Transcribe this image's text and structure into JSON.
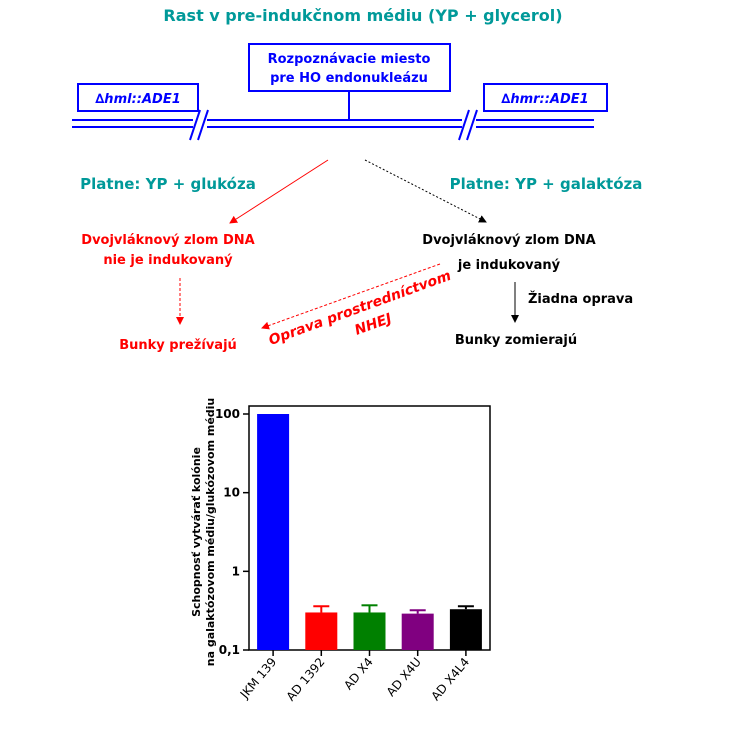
{
  "title": "Rast v pre-indukčnom médiu (YP + glycerol)",
  "site_box": {
    "line1": "Rozpoznávacie miesto",
    "line2": "pre HO endonukleázu"
  },
  "locus_left": "∆hml::ADE1",
  "locus_right": "∆hmr::ADE1",
  "left_branch": {
    "plate": "Platne: YP + glukóza",
    "dsb_line1": "Dvojvláknový zlom DNA",
    "dsb_line2": "nie je indukovaný",
    "outcome": "Bunky prežívajú"
  },
  "right_branch": {
    "plate": "Platne: YP + galaktóza",
    "dsb_line1": "Dvojvláknový zlom DNA",
    "dsb_line2": "je indukovaný",
    "no_repair": "Žiadna oprava",
    "outcome": "Bunky zomierajú"
  },
  "repair_label": {
    "line1": "Oprava prostredníctvom",
    "line2": "NHEJ"
  },
  "colors": {
    "teal": "#009999",
    "blue": "#0000ff",
    "red": "#ff0000",
    "black": "#000000"
  },
  "chart_data": {
    "type": "bar",
    "ylabel_line1": "Schopnosť vytvárať kolónie",
    "ylabel_line2": "na galaktózovom médiu/glukózovom médiu",
    "yscale": "log",
    "ylim": [
      0.1,
      100
    ],
    "yticks": [
      {
        "value": 100,
        "label": "100"
      },
      {
        "value": 10,
        "label": "10"
      },
      {
        "value": 1,
        "label": "1"
      },
      {
        "value": 0.1,
        "label": "0,1"
      }
    ],
    "categories": [
      "JKM 139",
      "AD 1392",
      "AD X4",
      "AD X4U",
      "AD X4L4"
    ],
    "values": [
      100,
      0.3,
      0.3,
      0.29,
      0.33
    ],
    "errors": [
      0,
      0.06,
      0.07,
      0.03,
      0.03
    ],
    "colors": [
      "#0000ff",
      "#ff0000",
      "#008000",
      "#800080",
      "#000000"
    ]
  }
}
